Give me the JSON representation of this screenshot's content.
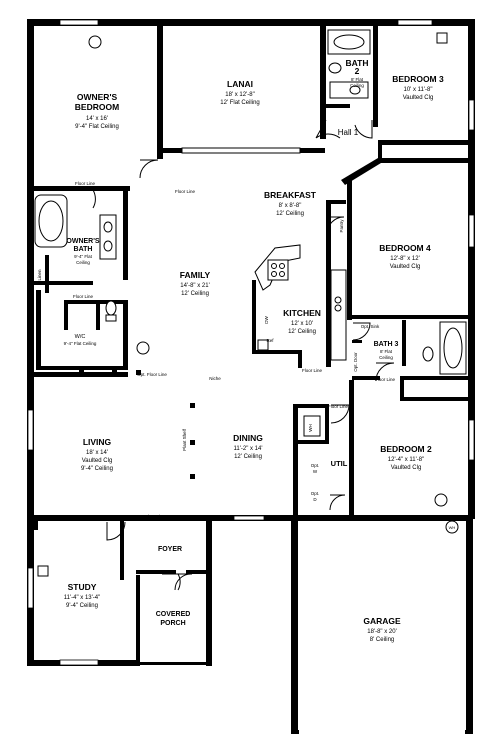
{
  "rooms": {
    "owners_bedroom": {
      "name_l1": "OWNER'S",
      "name_l2": "BEDROOM",
      "dim": "14' x 16'",
      "ceiling": "9'-4\" Flat Ceiling"
    },
    "lanai": {
      "name": "LANAI",
      "dim": "18' x 12'-8\"",
      "ceiling": "12' Flat Ceiling"
    },
    "bath2": {
      "name_l1": "BATH",
      "name_l2": "2",
      "ceiling_l1": "8' Flat",
      "ceiling_l2": "Ceiling"
    },
    "bedroom3": {
      "name": "BEDROOM 3",
      "dim": "10' x 11'-8\"",
      "ceiling": "Vaulted Clg"
    },
    "hall1": {
      "name": "Hall 1"
    },
    "breakfast": {
      "name": "BREAKFAST",
      "dim": "8' x 8'-8\"",
      "ceiling": "12' Ceiling"
    },
    "owners_bath": {
      "name_l1": "OWNER'S",
      "name_l2": "BATH",
      "ceiling_l1": "9'-4\" Flat",
      "ceiling_l2": "Ceiling"
    },
    "wic": {
      "name": "W/C",
      "ceiling": "9'-4\" Flat Ceiling"
    },
    "family": {
      "name": "FAMILY",
      "dim": "14'-8\" x 21'",
      "ceiling": "12' Ceiling"
    },
    "kitchen": {
      "name": "KITCHEN",
      "dim": "12' x 10'",
      "ceiling": "12' Ceiling"
    },
    "bedroom4": {
      "name": "BEDROOM 4",
      "dim": "12'-8\" x 12'",
      "ceiling": "Vaulted Clg"
    },
    "bath3": {
      "name": "BATH 3",
      "ceiling_l1": "8' Flat",
      "ceiling_l2": "Ceiling"
    },
    "living": {
      "name": "LIVING",
      "dim": "18' x 14'",
      "ceiling_l1": "Vaulted Clg",
      "ceiling_l2": "9'-4\" Ceiling"
    },
    "dining": {
      "name": "DINING",
      "dim": "11'-2\" x 14'",
      "ceiling": "12' Ceiling"
    },
    "util": {
      "name": "UTIL"
    },
    "bedroom2": {
      "name": "BEDROOM 2",
      "dim": "12'-4\" x 11'-8\"",
      "ceiling": "Vaulted Clg"
    },
    "foyer": {
      "name": "FOYER"
    },
    "study": {
      "name": "STUDY",
      "dim": "11'-4\" x 13'-4\"",
      "ceiling": "9'-4\" Ceiling"
    },
    "covered_porch": {
      "name_l1": "COVERED",
      "name_l2": "PORCH"
    },
    "garage": {
      "name": "GARAGE",
      "dim": "18'-8\" x 20'",
      "ceiling": "8' Ceiling"
    }
  },
  "notes": {
    "floor_line": "Floor Line",
    "pantry": "Pantry",
    "linen": "Linen",
    "wh": "WH",
    "dw": "DW",
    "opt_sink": "Opt. Sink",
    "opt_door": "Opt. Door",
    "opt": "Opt.",
    "opt_floor_line": "Opt. Floor Line",
    "plant_shelf": "Plant Shelf",
    "niche": "Niche",
    "ref": "Ref",
    "w": "W",
    "d": "D"
  }
}
